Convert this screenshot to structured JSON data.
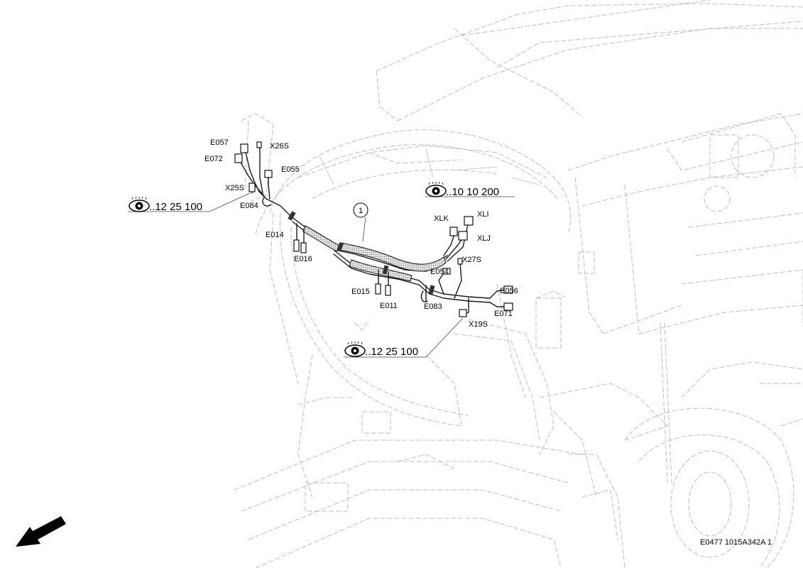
{
  "drawing_id": "E0477 1015A342A 1",
  "callout": "1",
  "view_refs": [
    {
      "text": "..12 25 100",
      "icon": "eye-icon"
    },
    {
      "text": "..10 10 200",
      "icon": "eye-icon"
    },
    {
      "text": "..12 25 100",
      "icon": "eye-icon"
    }
  ],
  "labels": [
    "E057",
    "X26S",
    "E072",
    "E055",
    "X25S",
    "E084",
    "E014",
    "E016",
    "XLK",
    "XLI",
    "XLJ",
    "X27S",
    "E054",
    "E056",
    "E015",
    "E011",
    "E083",
    "E071",
    "X19S"
  ],
  "colors": {
    "ink": "#000000",
    "ghost": "#bdbdbd",
    "sheath": "#bbbbbb"
  },
  "direction_arrow": "arrow-southwest-icon"
}
